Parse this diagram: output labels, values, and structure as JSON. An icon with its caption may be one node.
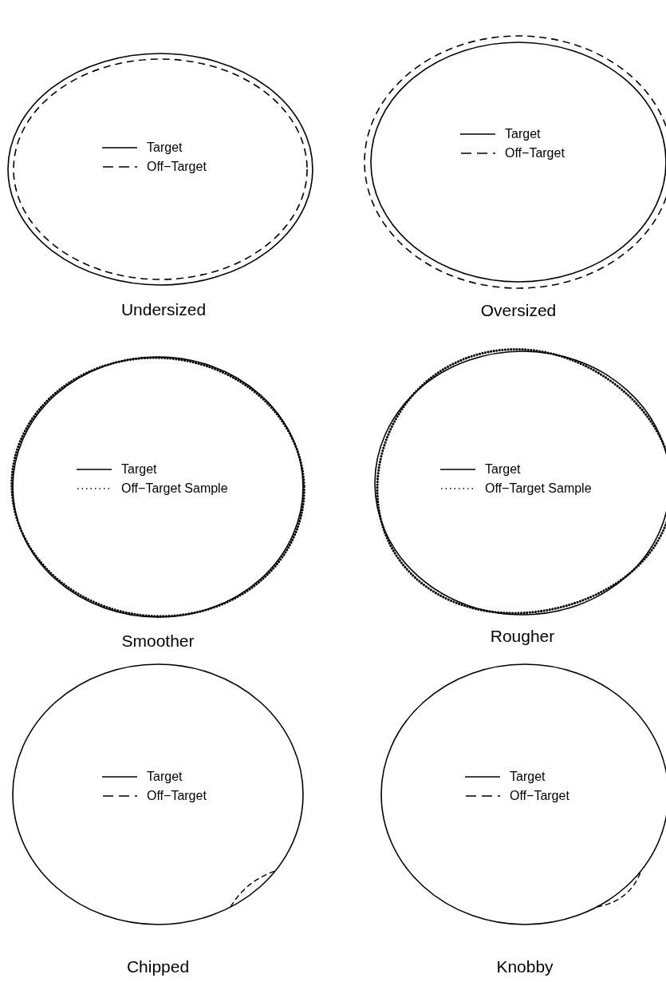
{
  "diagram": {
    "labels": [
      "Undersized",
      "Oversized",
      "Smoother",
      "Rougher",
      "Chipped",
      "Knobby"
    ],
    "legend": [
      {
        "text": "Target"
      },
      {
        "text": "Off−Target"
      },
      {
        "text": "Target"
      },
      {
        "text": "Off−Target"
      },
      {
        "text": "Target"
      },
      {
        "text": "Off−Target Sample"
      },
      {
        "text": "Target"
      },
      {
        "text": "Off−Target Sample"
      },
      {
        "text": "Target"
      },
      {
        "text": "Off−Target"
      },
      {
        "text": "Target"
      },
      {
        "text": "Off−Target"
      }
    ]
  }
}
